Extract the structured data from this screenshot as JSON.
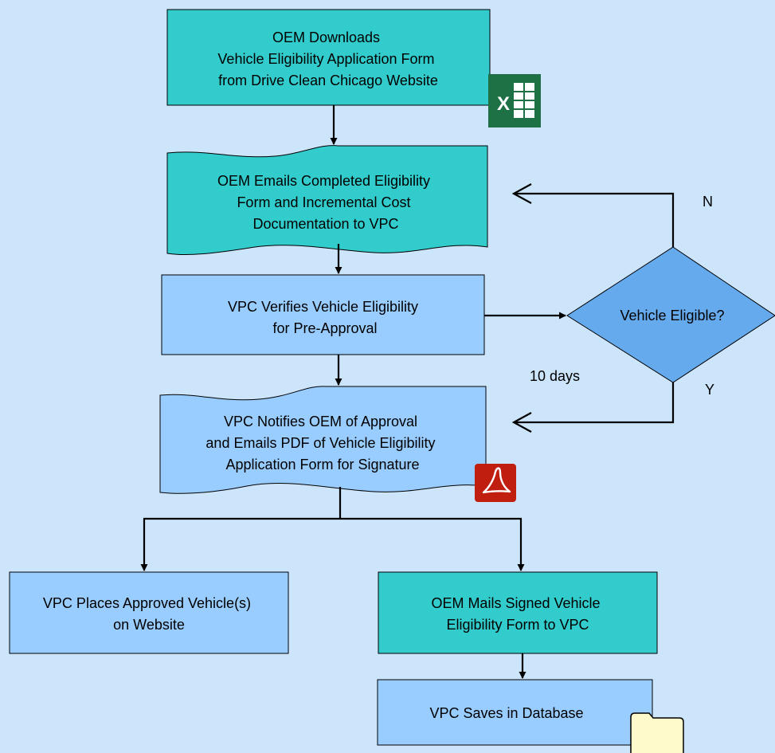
{
  "colors": {
    "background": "#cce5fb",
    "teal_node": "#33cccc",
    "blue_node": "#99ccff",
    "diamond": "#66aaee",
    "excel_green": "#1e7145",
    "pdf_red": "#c01e0f",
    "folder": "#fffacc"
  },
  "nodes": {
    "download": {
      "lines": [
        "OEM Downloads",
        "Vehicle Eligibility Application Form",
        "from Drive Clean Chicago Website"
      ]
    },
    "email": {
      "lines": [
        "OEM Emails Completed Eligibility",
        "Form and Incremental Cost",
        "Documentation to VPC"
      ]
    },
    "verify": {
      "lines": [
        "VPC Verifies Vehicle Eligibility",
        "for Pre-Approval"
      ]
    },
    "decision": {
      "lines": [
        "Vehicle Eligible?"
      ]
    },
    "notify": {
      "lines": [
        "VPC Notifies OEM of Approval",
        "and Emails PDF of Vehicle Eligibility",
        "Application Form for Signature"
      ]
    },
    "website": {
      "lines": [
        "VPC Places Approved Vehicle(s)",
        "on Website"
      ]
    },
    "mail": {
      "lines": [
        "OEM Mails Signed Vehicle",
        "Eligibility Form to VPC"
      ]
    },
    "save": {
      "lines": [
        "VPC  Saves in Database"
      ]
    }
  },
  "edge_labels": {
    "no": "N",
    "yes": "Y",
    "days": "10 days"
  },
  "icons": {
    "excel": {
      "name": "excel-icon",
      "letter": "X"
    },
    "pdf": {
      "name": "pdf-icon"
    },
    "folder": {
      "name": "folder-icon"
    }
  }
}
